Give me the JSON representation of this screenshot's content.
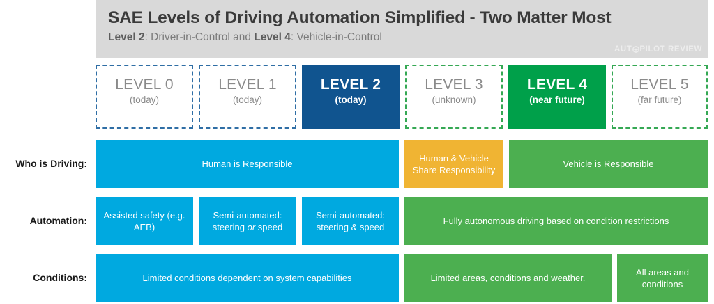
{
  "header": {
    "title": "SAE Levels of Driving Automation Simplified - Two Matter Most",
    "subtitle_prefix": "Level 2",
    "subtitle_mid": ": Driver-in-Control and ",
    "subtitle_bold2": "Level 4",
    "subtitle_suffix": ": Vehicle-in-Control",
    "subtitle_full": "Level 2: Driver-in-Control and Level 4: Vehicle-in-Control",
    "watermark_left": "AUT",
    "watermark_right": "PILOT REVIEW",
    "watermark_icon": "steering-wheel-icon",
    "bar_color": "#d9d9d9"
  },
  "levels": [
    {
      "name": "LEVEL 0",
      "sub": "(today)",
      "style": "dashed-blue"
    },
    {
      "name": "LEVEL 1",
      "sub": "(today)",
      "style": "dashed-blue"
    },
    {
      "name": "LEVEL 2",
      "sub": "(today)",
      "style": "solid-blue"
    },
    {
      "name": "LEVEL 3",
      "sub": "(unknown)",
      "style": "dashed-green"
    },
    {
      "name": "LEVEL 4",
      "sub": "(near future)",
      "style": "solid-green"
    },
    {
      "name": "LEVEL 5",
      "sub": "(far future)",
      "style": "dashed-green"
    }
  ],
  "rows": [
    {
      "label": "Who is Driving:",
      "cells": [
        {
          "text": "Human is Responsible",
          "color": "blue"
        },
        {
          "text": "Human & Vehicle Share Responsibility",
          "color": "orange"
        },
        {
          "text": "Vehicle is Responsible",
          "color": "green"
        }
      ]
    },
    {
      "label": "Automation:",
      "cells": [
        {
          "text": "Assisted safety (e.g. AEB)",
          "color": "blue"
        },
        {
          "text": "Semi-automated: steering or speed",
          "color": "blue"
        },
        {
          "text": "Semi-automated: steering & speed",
          "color": "blue"
        },
        {
          "text": "Fully autonomous driving based on condition restrictions",
          "color": "green"
        }
      ]
    },
    {
      "label": "Conditions:",
      "cells": [
        {
          "text": "Limited conditions dependent on system capabilities",
          "color": "blue"
        },
        {
          "text": "Limited areas, conditions and weather.",
          "color": "green"
        },
        {
          "text": "All areas and conditions",
          "color": "green"
        }
      ]
    }
  ],
  "colors": {
    "light_blue": "#00a9e0",
    "green": "#4caf50",
    "orange": "#f0b433",
    "level2_blue": "#10548f",
    "level4_green": "#00a04a",
    "header_gray": "#d9d9d9",
    "muted_text": "#8a8a8a"
  }
}
